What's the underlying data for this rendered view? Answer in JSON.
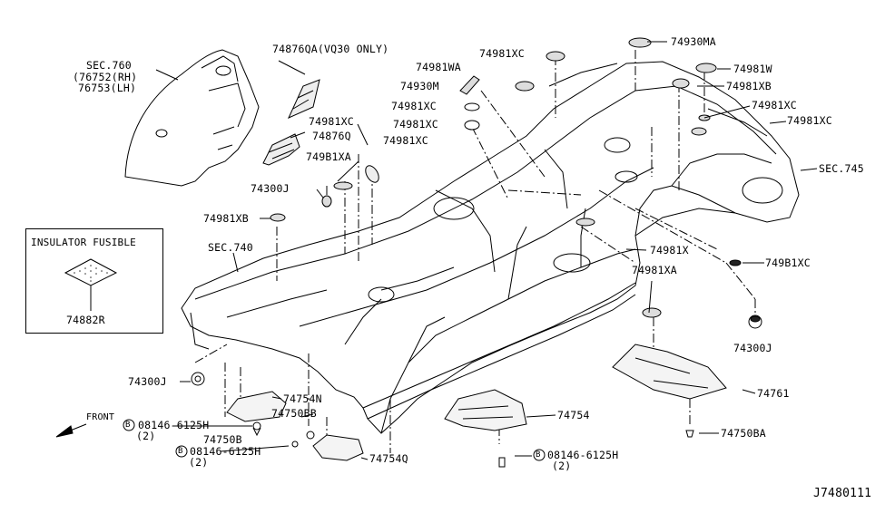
{
  "labels": {
    "sec760": "SEC.760",
    "p76752": "(76752(RH)",
    "p76753": "76753(LH)",
    "p74876qa": "74876QA(VQ30 ONLY)",
    "p74981xc_a": "74981XC",
    "p74930ma": "74930MA",
    "p74981wa": "74981WA",
    "p74981w": "74981W",
    "p74930m": "74930M",
    "p74981xb_r": "74981XB",
    "p74981xc_b": "74981XC",
    "p74981xc_c": "74981XC",
    "p74981xc_d": "74981XC",
    "p74981xc_e": "74981XC",
    "p74876q": "74876Q",
    "p74981xc_f": "74981XC",
    "p74981xc_g": "74981XC",
    "p74981xa_l": "749B1XA",
    "sec745": "SEC.745",
    "p74300j_l": "74300J",
    "p74981xb_l": "74981XB",
    "sec740": "SEC.740",
    "p74981x": "74981X",
    "p74981xc_h": "749B1XC",
    "p74981xa_r": "74981XA",
    "p74300j_r": "74300J",
    "p74300j_b": "74300J",
    "p74761": "74761",
    "p74754n": "74754N",
    "p74750bb": "74750BB",
    "front": "FRONT",
    "bolt1": "08146-6125H",
    "bolt1q": "(2)",
    "p74750b": "74750B",
    "p74754": "74754",
    "p74750ba": "74750BA",
    "bolt2": "08146-6125H",
    "bolt2q": "(2)",
    "p74754q": "74754Q",
    "bolt3": "08146-6125H",
    "bolt3q": "(2)",
    "diagram_id": "J7480111"
  },
  "inset": {
    "title": "INSULATOR FUSIBLE",
    "part": "74882R"
  },
  "bolt_symbol": "B"
}
